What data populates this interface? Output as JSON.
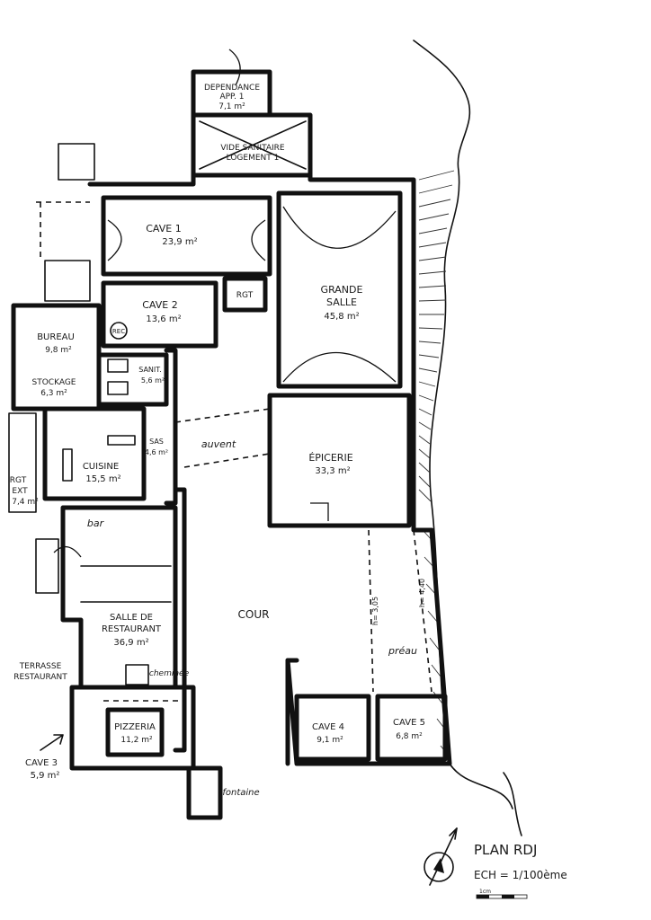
{
  "rooms": {
    "dependance": {
      "line1": "DEPENDANCE",
      "line2": "APP. 1",
      "area": "7,1 m²"
    },
    "vide_sanitaire": {
      "line1": "VIDE SANITAIRE",
      "line2": "LOGEMENT 1"
    },
    "cave1": {
      "name": "CAVE 1",
      "area": "23,9 m²"
    },
    "cave2": {
      "name": "CAVE 2",
      "area": "13,6 m²"
    },
    "rgt_top": {
      "name": "RGT"
    },
    "grande_salle": {
      "line1": "GRANDE",
      "line2": "SALLE",
      "area": "45,8 m²"
    },
    "bureau": {
      "name": "BUREAU",
      "area": "9,8 m²"
    },
    "stockage": {
      "name": "STOCKAGE",
      "area": "6,3 m²"
    },
    "sanit": {
      "name": "SANIT.",
      "area": "5,6 m²"
    },
    "sas": {
      "name": "SAS",
      "area": "4,6 m²"
    },
    "auvent": {
      "name": "auvent"
    },
    "cuisine": {
      "name": "CUISINE",
      "area": "15,5 m²"
    },
    "rgt_ext": {
      "line1": "RGT",
      "line2": "EXT",
      "area": "7,4 m²"
    },
    "epicerie": {
      "name": "ÉPICERIE",
      "area": "33,3 m²"
    },
    "bar": {
      "name": "bar"
    },
    "cour": {
      "name": "COUR"
    },
    "salle_restaurant": {
      "line1": "SALLE DE",
      "line2": "RESTAURANT",
      "area": "36,9 m²"
    },
    "cheminee": {
      "name": "cheminée"
    },
    "terrasse": {
      "line1": "TERRASSE",
      "line2": "RESTAURANT"
    },
    "preau": {
      "name": "préau",
      "h1": "h= 3,05",
      "h2": "h= 4,40"
    },
    "pizzeria": {
      "name": "PIZZERIA",
      "area": "11,2 m²"
    },
    "cave3": {
      "name": "CAVE 3",
      "area": "5,9 m²"
    },
    "cave4": {
      "name": "CAVE 4",
      "area": "9,1 m²"
    },
    "cave5": {
      "name": "CAVE 5",
      "area": "6,8 m²"
    },
    "fontaine": {
      "name": "fontaine"
    }
  },
  "small_labels": {
    "rec": "REC"
  },
  "title_block": {
    "title": "PLAN RDJ",
    "scale": "ECH = 1/100ème",
    "scale_bar_label": "1cm"
  }
}
